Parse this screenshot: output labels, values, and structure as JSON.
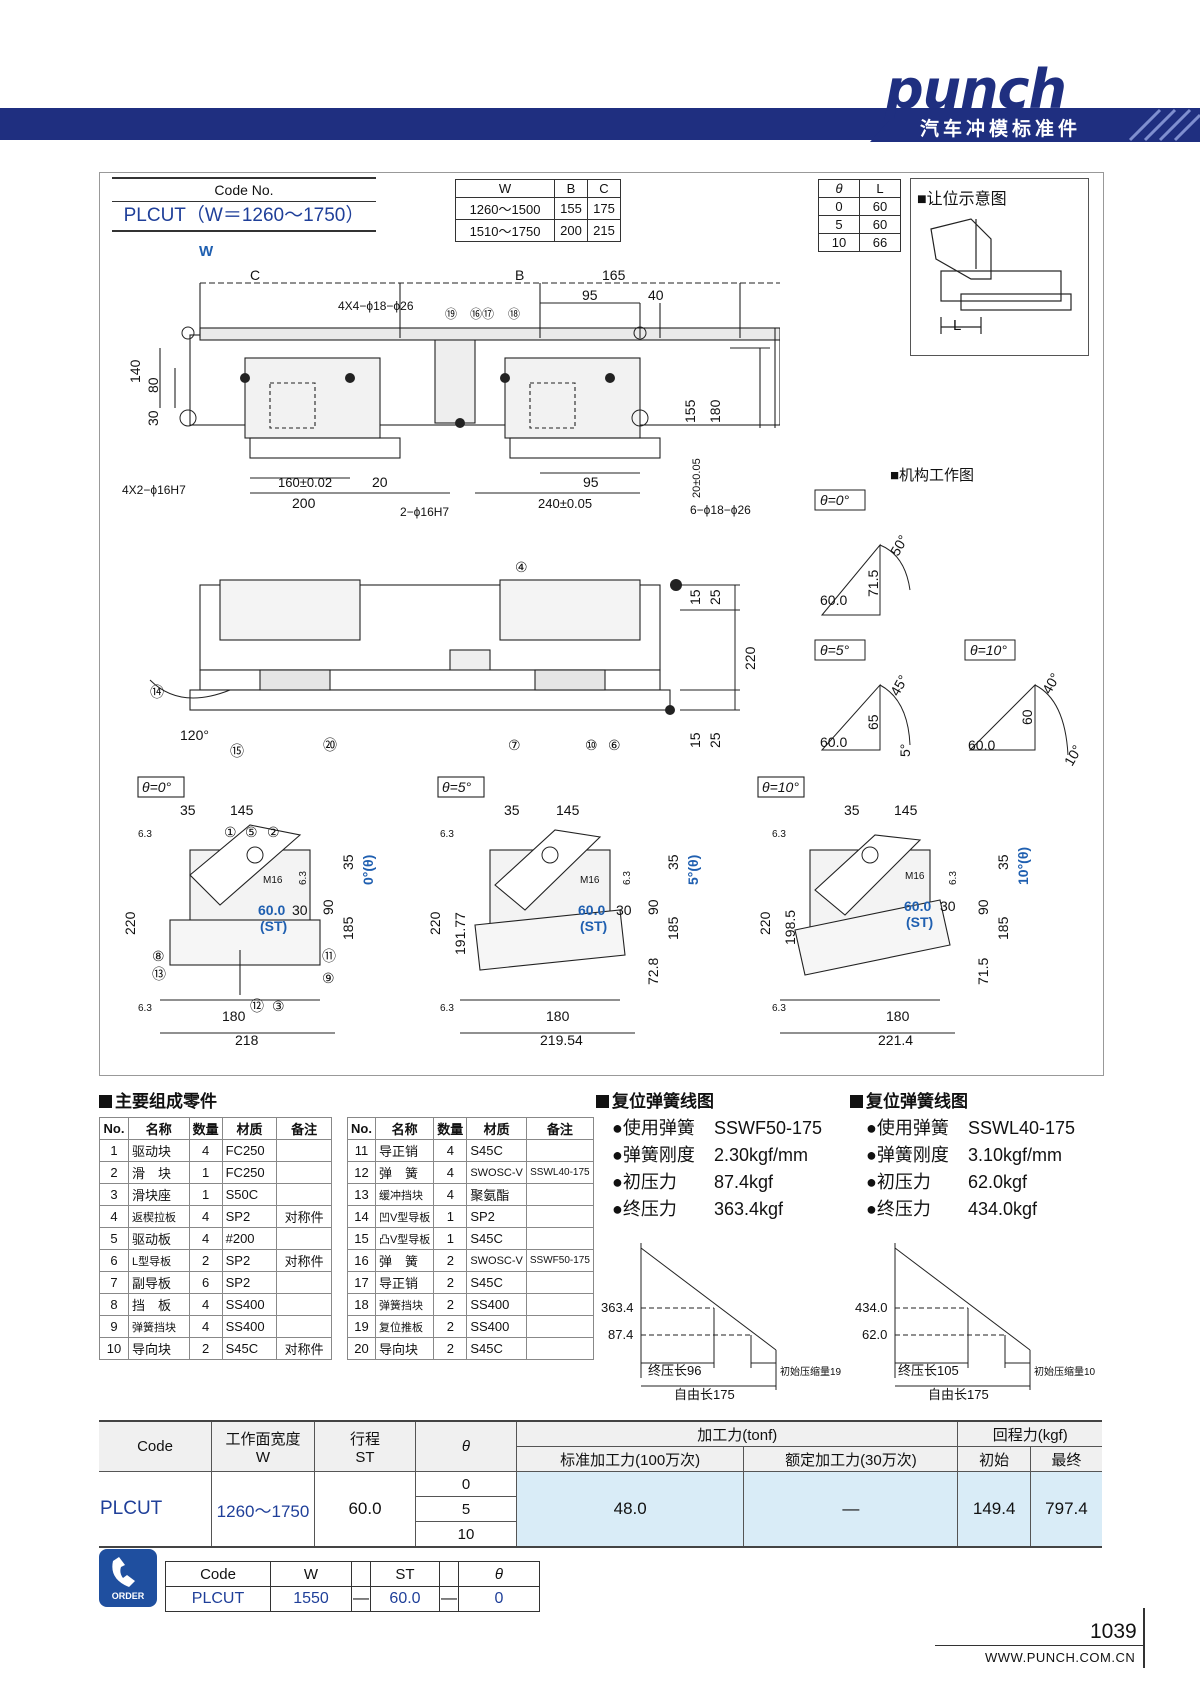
{
  "header": {
    "brand": "punch",
    "subtitle": "汽车冲模标准件"
  },
  "code_box": {
    "label": "Code No.",
    "value": "PLCUT（W＝1260～1750）"
  },
  "wbc_table": {
    "headers": [
      "W",
      "B",
      "C"
    ],
    "rows": [
      [
        "1260～1500",
        "155",
        "175"
      ],
      [
        "1510～1750",
        "200",
        "215"
      ]
    ]
  },
  "theta_table": {
    "headers": [
      "θ",
      "L"
    ],
    "rows": [
      [
        "0",
        "60"
      ],
      [
        "5",
        "60"
      ],
      [
        "10",
        "66"
      ]
    ]
  },
  "drawing": {
    "clearance_title": "■让位示意图",
    "clearance_L": "L",
    "mechanism_title": "■机构工作图",
    "w_label": "W",
    "top_view": [
      "C",
      "B",
      "165",
      "95",
      "40",
      "4X4−ϕ18−ϕ26",
      "⑲",
      "⑯⑰",
      "⑱",
      "140",
      "80",
      "30",
      "155",
      "180",
      "4X2−ϕ16H7",
      "160±0.02",
      "20",
      "200",
      "95",
      "240±0.05",
      "2−ϕ16H7",
      "20±0.05",
      "6−ϕ18−ϕ26"
    ],
    "front_view": [
      "④",
      "15",
      "25",
      "220",
      "⑭",
      "120°",
      "⑮",
      "⑳",
      "⑦",
      "⑩",
      "⑥",
      "15",
      "25"
    ],
    "mechanism": [
      {
        "theta": "θ=0°",
        "labels": [
          "71.5",
          "50°",
          "60.0"
        ]
      },
      {
        "theta": "θ=5°",
        "labels": [
          "65",
          "45°",
          "60.0",
          "5°"
        ]
      },
      {
        "theta": "θ=10°",
        "labels": [
          "60",
          "40°",
          "60.0",
          "10°"
        ]
      }
    ],
    "sections": [
      {
        "theta": "θ=0°",
        "labels": [
          "35",
          "145",
          "①",
          "⑤",
          "②",
          "6.3",
          "35",
          "0°(θ)",
          "M16",
          "6.3",
          "60.0",
          "(ST)",
          "30",
          "90",
          "220",
          "185",
          "⑧",
          "⑪",
          "⑬",
          "⑨",
          "⑫",
          "③",
          "6.3",
          "180",
          "218"
        ]
      },
      {
        "theta": "θ=5°",
        "labels": [
          "35",
          "145",
          "6.3",
          "35",
          "5°(θ)",
          "M16",
          "6.3",
          "60.0",
          "(ST)",
          "30",
          "90",
          "220",
          "191.77",
          "185",
          "72.8",
          "6.3",
          "180",
          "219.54"
        ]
      },
      {
        "theta": "θ=10°",
        "labels": [
          "35",
          "145",
          "6.3",
          "35",
          "10°(θ)",
          "M16",
          "6.3",
          "60.0",
          "(ST)",
          "30",
          "90",
          "220",
          "198.5",
          "185",
          "71.5",
          "6.3",
          "180",
          "221.4"
        ]
      }
    ]
  },
  "parts": {
    "title": "主要组成零件",
    "headers": [
      "No.",
      "名称",
      "数量",
      "材质",
      "备注"
    ],
    "left": [
      [
        "1",
        "驱动块",
        "4",
        "FC250",
        ""
      ],
      [
        "2",
        "滑　块",
        "1",
        "FC250",
        ""
      ],
      [
        "3",
        "滑块座",
        "1",
        "S50C",
        ""
      ],
      [
        "4",
        "返楔拉板",
        "4",
        "SP2",
        "对称件"
      ],
      [
        "5",
        "驱动板",
        "4",
        "#200",
        ""
      ],
      [
        "6",
        "L型导板",
        "2",
        "SP2",
        "对称件"
      ],
      [
        "7",
        "副导板",
        "6",
        "SP2",
        ""
      ],
      [
        "8",
        "挡　板",
        "4",
        "SS400",
        ""
      ],
      [
        "9",
        "弹簧挡块",
        "4",
        "SS400",
        ""
      ],
      [
        "10",
        "导向块",
        "2",
        "S45C",
        "对称件"
      ]
    ],
    "right": [
      [
        "11",
        "导正销",
        "4",
        "S45C",
        ""
      ],
      [
        "12",
        "弹　簧",
        "4",
        "SWOSC-V",
        "SSWL40-175"
      ],
      [
        "13",
        "缓冲挡块",
        "4",
        "聚氨酯",
        ""
      ],
      [
        "14",
        "凹V型导板",
        "1",
        "SP2",
        ""
      ],
      [
        "15",
        "凸V型导板",
        "1",
        "S45C",
        ""
      ],
      [
        "16",
        "弹　簧",
        "2",
        "SWOSC-V",
        "SSWF50-175"
      ],
      [
        "17",
        "导正销",
        "2",
        "S45C",
        ""
      ],
      [
        "18",
        "弹簧挡块",
        "2",
        "SS400",
        ""
      ],
      [
        "19",
        "复位推板",
        "2",
        "SS400",
        ""
      ],
      [
        "20",
        "导向块",
        "2",
        "S45C",
        ""
      ]
    ]
  },
  "spring_a": {
    "title": "复位弹簧线图",
    "lines": [
      [
        "●使用弹簧",
        "SSWF50-175"
      ],
      [
        "●弹簧刚度",
        "2.30kgf/mm"
      ],
      [
        "●初压力",
        "87.4kgf"
      ],
      [
        "●终压力",
        "363.4kgf"
      ]
    ],
    "graph": {
      "y_high": "363.4",
      "y_low": "87.4",
      "final_len": "终压长96",
      "free_len": "自由长175",
      "init": "初始压缩量19"
    }
  },
  "spring_b": {
    "title": "复位弹簧线图",
    "lines": [
      [
        "●使用弹簧",
        "SSWL40-175"
      ],
      [
        "●弹簧刚度",
        "3.10kgf/mm"
      ],
      [
        "●初压力",
        "62.0kgf"
      ],
      [
        "●终压力",
        "434.0kgf"
      ]
    ],
    "graph": {
      "y_high": "434.0",
      "y_low": "62.0",
      "final_len": "终压长105",
      "free_len": "自由长175",
      "init": "初始压缩量10"
    }
  },
  "spec": {
    "headers": {
      "code": "Code",
      "width": "工作面宽度",
      "width_sub": "W",
      "stroke": "行程",
      "stroke_sub": "ST",
      "theta": "θ",
      "force": "加工力(tonf)",
      "std": "标准加工力(100万次)",
      "rated": "额定加工力(30万次)",
      "return": "回程力(kgf)",
      "init": "初始",
      "final": "最终"
    },
    "row": {
      "code": "PLCUT",
      "width": "1260～1750",
      "stroke": "60.0",
      "thetas": [
        "0",
        "5",
        "10"
      ],
      "std": "48.0",
      "rated": "—",
      "init": "149.4",
      "final": "797.4"
    }
  },
  "order": {
    "icon_text": "ORDER",
    "headers": [
      "Code",
      "W",
      "",
      "ST",
      "",
      "θ"
    ],
    "values": [
      "PLCUT",
      "1550",
      "—",
      "60.0",
      "—",
      "0"
    ]
  },
  "footer": {
    "page": "1039",
    "url": "WWW.PUNCH.COM.CN"
  }
}
